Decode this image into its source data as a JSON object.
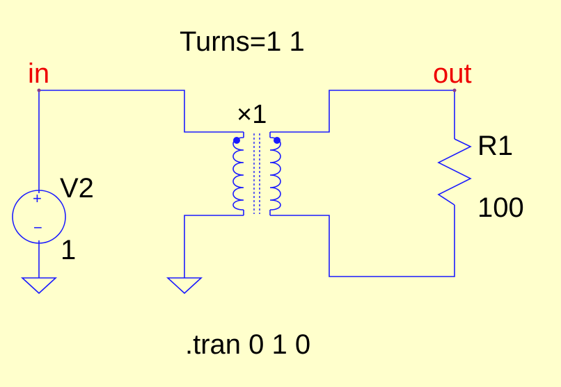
{
  "directive": {
    "turns": "Turns=1 1",
    "tran": ".tran 0 1 0"
  },
  "nets": {
    "in": "in",
    "out": "out"
  },
  "transformer": {
    "label": "×1"
  },
  "source": {
    "name": "V2",
    "value": "1",
    "plus": "+",
    "minus": "−"
  },
  "resistor": {
    "name": "R1",
    "value": "100"
  },
  "colors": {
    "background": "#ffffcc",
    "wire": "#1a1aff",
    "net_label": "#ee0000",
    "text": "#000000"
  }
}
